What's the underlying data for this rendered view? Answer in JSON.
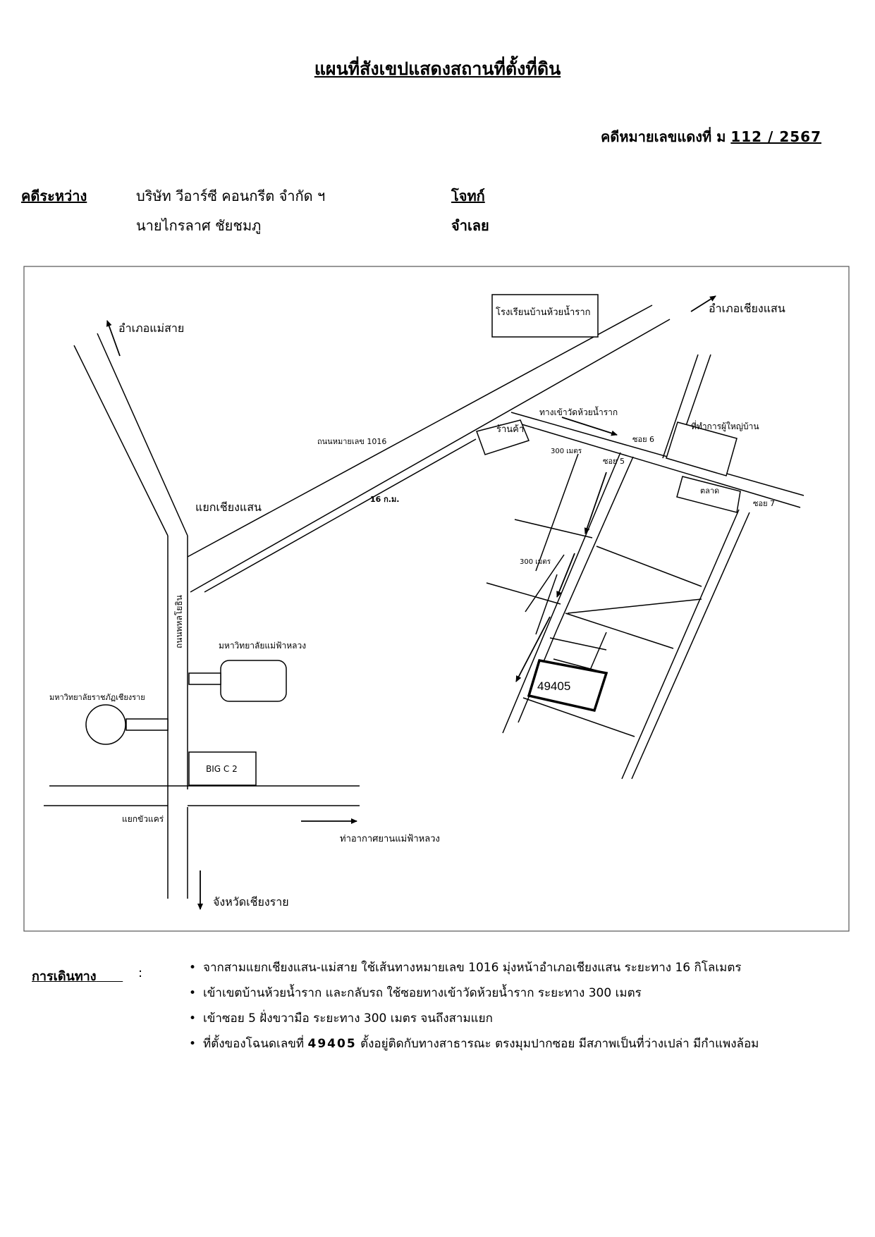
{
  "title": "แผนที่สังเขปแสดงสถานที่ตั้งที่ดิน",
  "case": {
    "label": "คดีหมายเลขแดงที่ ม",
    "number": "112 / 2567"
  },
  "parties": {
    "heading": "คดีระหว่าง",
    "plaintiff": {
      "name": "บริษัท วีอาร์ซี คอนกรีต จำกัด ฯ",
      "role": "โจทก์"
    },
    "defendant": {
      "name": "นายไกรลาศ  ชัยชมภู",
      "role": "จำเลย"
    }
  },
  "map": {
    "labels": {
      "amphoe_mae_sai": "อำเภอแม่สาย",
      "amphoe_chiang_saen": "อำเภอเชียงแสน",
      "school": "โรงเรียนบ้านห้วยน้ำราก",
      "road_1016": "ถนนหมายเลข 1016",
      "distance_16km": "16 ก.ม.",
      "junction_chiang_saen": "แยกเชียงแสน",
      "shop": "ร้านค้า",
      "temple_entrance": "ทางเข้าวัดห้วยน้ำราก",
      "soi_6": "ซอย 6",
      "soi_5": "ซอย 5",
      "soi_7": "ซอย 7",
      "headman_office": "ที่ทำการผู้ใหญ่บ้าน",
      "market": "ตลาด",
      "dist_300_a": "300 เมตร",
      "dist_300_b": "300 เมตร",
      "phahonyothin": "ถนนพหลโยธิน",
      "mfu": "มหาวิทยาลัยแม่ฟ้าหลวง",
      "crru": "มหาวิทยาลัยราชภัฏเชียงราย",
      "bigc": "BIG C 2",
      "junction_bua_kae": "แยกขัวแคร่",
      "airport": "ท่าอากาศยานแม่ฟ้าหลวง",
      "province": "จังหวัดเชียงราย",
      "plot": "49405"
    }
  },
  "directions": {
    "heading": "การเดินทาง",
    "colon": ":",
    "steps": [
      "จากสามแยกเชียงแสน-แม่สาย ใช้เส้นทางหมายเลข 1016 มุ่งหน้าอำเภอเชียงแสน ระยะทาง 16 กิโลเมตร",
      "เข้าเขตบ้านห้วยน้ำราก และกลับรถ ใช้ซอยทางเข้าวัดห้วยน้ำราก ระยะทาง 300 เมตร",
      "เข้าซอย 5 ฝั่งขวามือ ระยะทาง 300 เมตร จนถึงสามแยก"
    ],
    "last_step": {
      "prefix": "ที่ตั้งของโฉนดเลขที่",
      "deed": "49405",
      "suffix": "ตั้งอยู่ติดกับทางสาธารณะ ตรงมุมปากซอย มีสภาพเป็นที่ว่างเปล่า มีกำแพงล้อม"
    }
  }
}
